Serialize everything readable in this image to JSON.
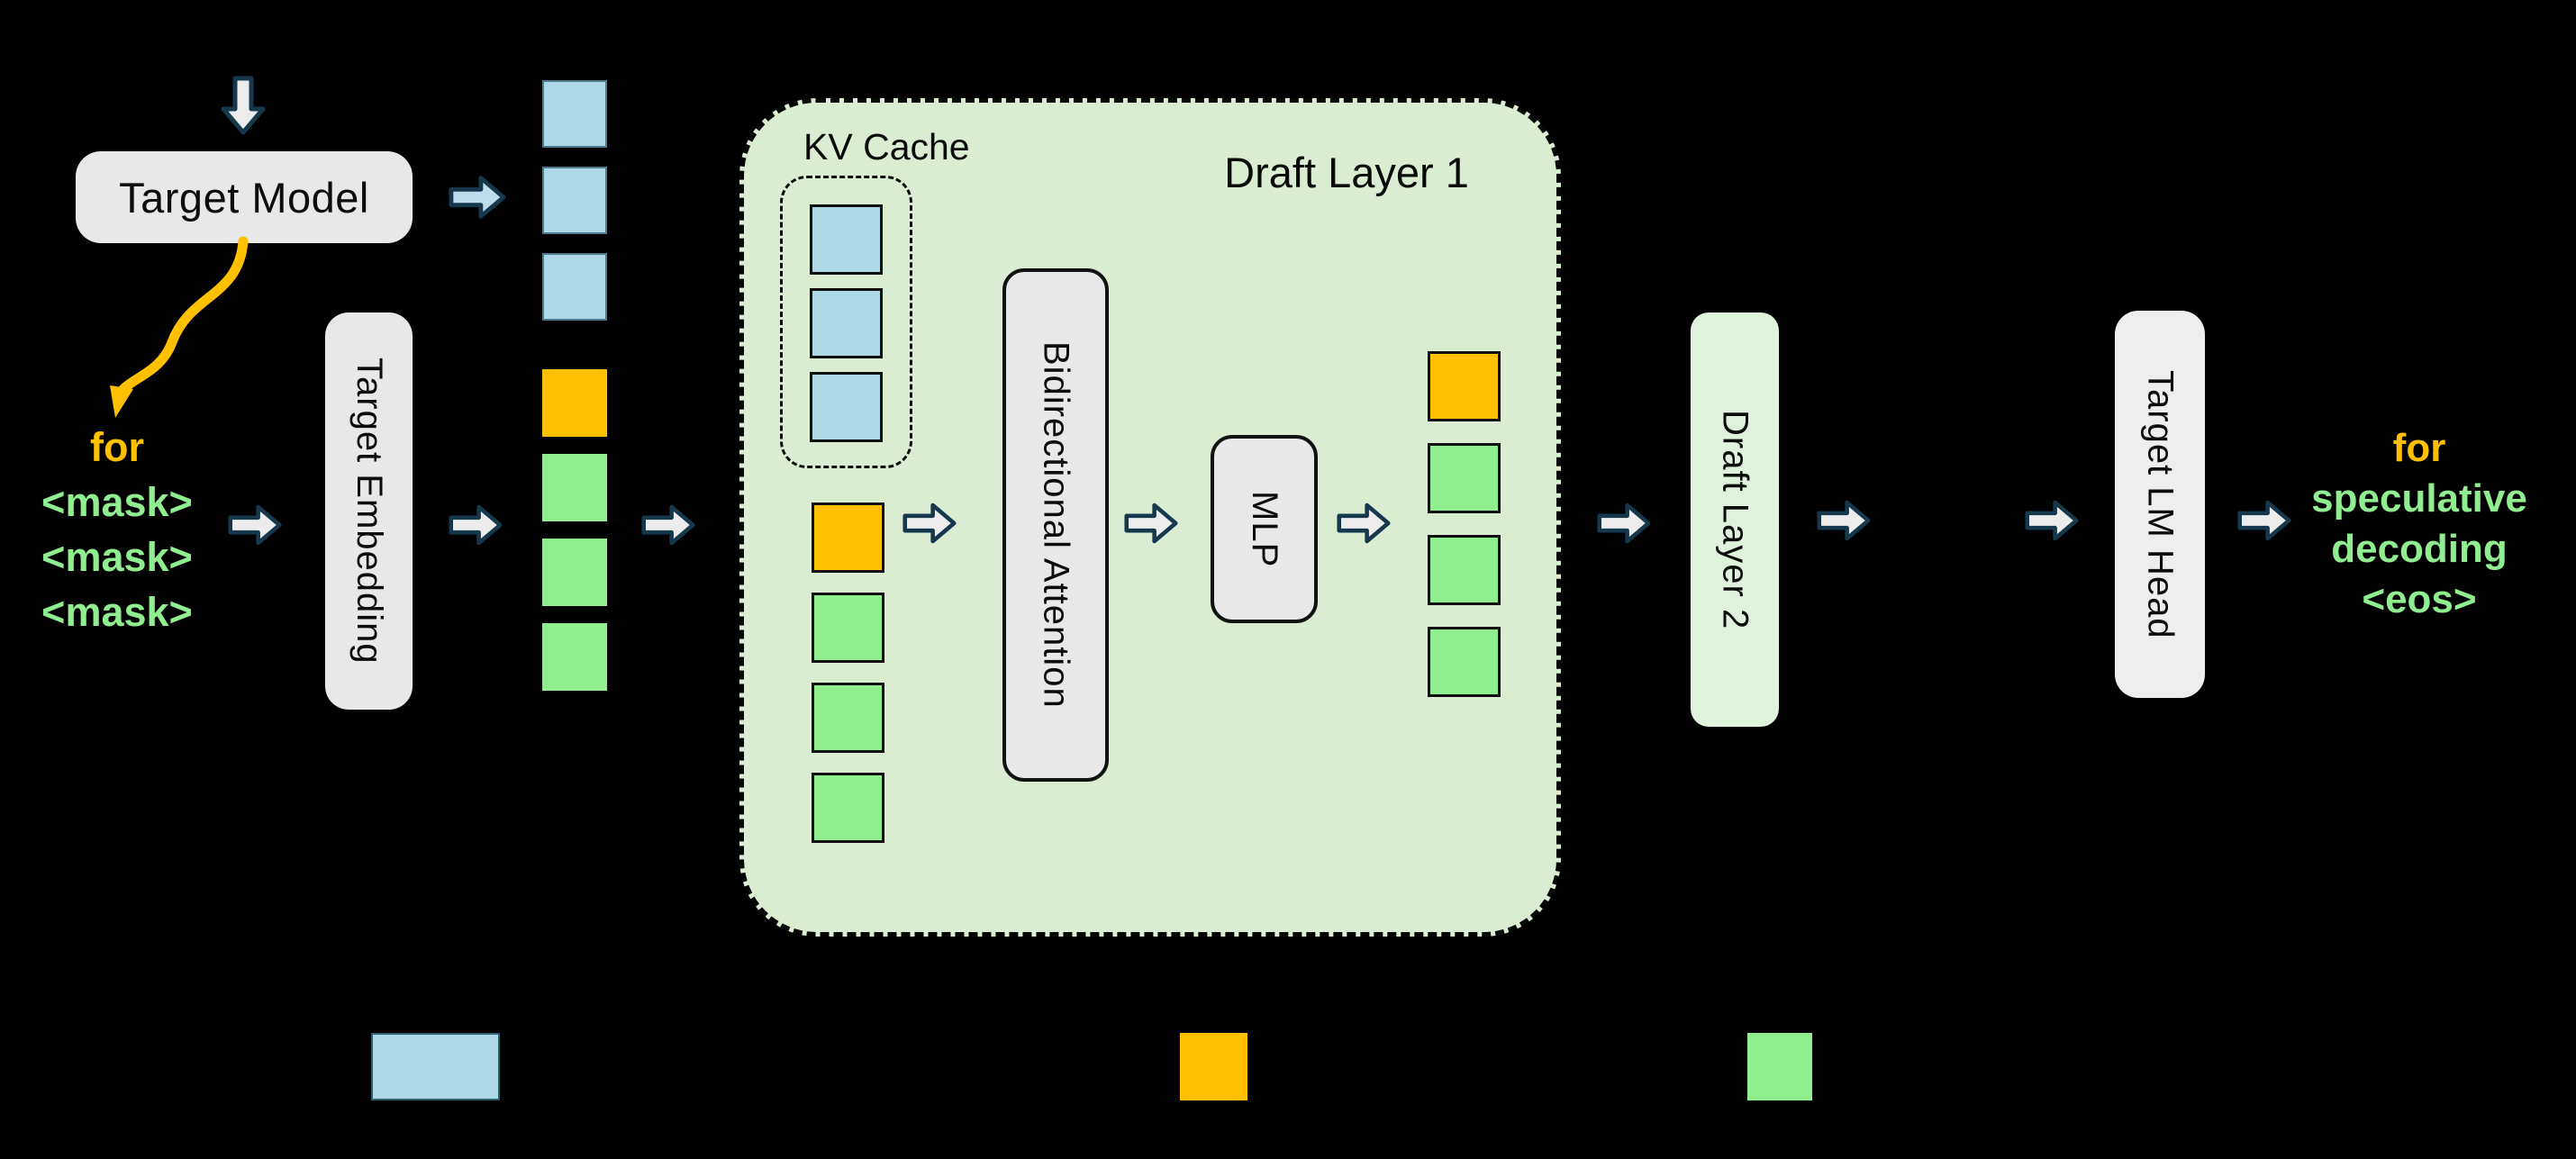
{
  "colors": {
    "background": "#000000",
    "blue_token": "#ADD8E6",
    "orange_token": "#FFC000",
    "green_token": "#90EE90",
    "panel_fill": "#DAEDD2",
    "box_fill": "#E9E8E8",
    "draft2_fill": "#DFF2DB",
    "arrow_fill": "#ECECEC",
    "arrow_outline": "#16384C",
    "blue_arrow_fill": "#BFDEEB",
    "curved_arrow": "#FFC000"
  },
  "flow": {
    "target_model_label": "Target Model",
    "target_embedding_label": "Target Embedding",
    "panel_title": "Draft Layer 1",
    "kv_cache_label": "KV Cache",
    "attention_label": "Bidirectional Attention",
    "mlp_label": "MLP",
    "draft_layer_2_label": "Draft Layer 2",
    "lm_head_label": "Target LM Head"
  },
  "input_text": {
    "prompt": "for",
    "masks": [
      "<mask>",
      "<mask>",
      "<mask>"
    ]
  },
  "output_text": {
    "prompt": "for",
    "tokens": [
      "speculative",
      "decoding",
      "<eos>"
    ]
  },
  "token_columns": {
    "embedding_input_past": [
      "blue",
      "blue",
      "blue"
    ],
    "embedding_input_new": [
      "orange",
      "green",
      "green",
      "green"
    ],
    "kv_cache": [
      "blue",
      "blue",
      "blue"
    ],
    "attention_input": [
      "orange",
      "green",
      "green",
      "green"
    ],
    "layer_output": [
      "orange",
      "green",
      "green",
      "green"
    ]
  },
  "legend": {
    "items": [
      "blue",
      "orange",
      "green"
    ]
  }
}
